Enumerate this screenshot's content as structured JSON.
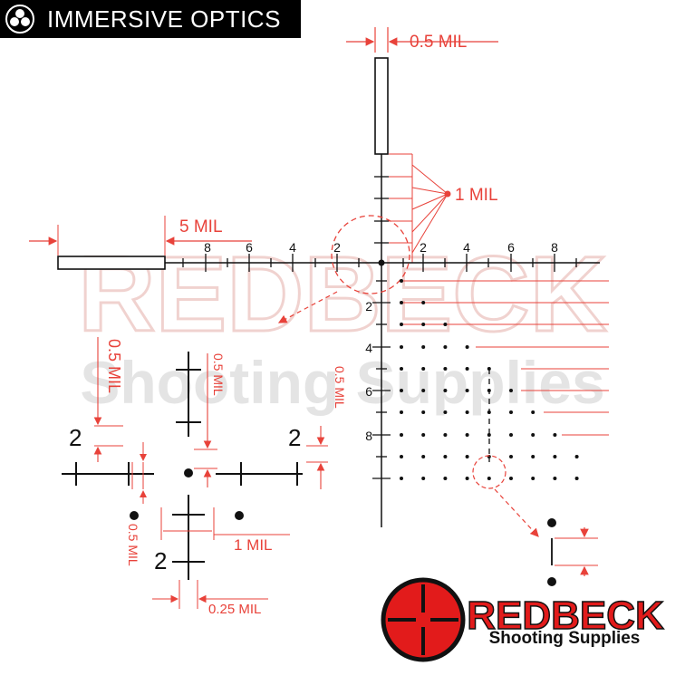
{
  "header": {
    "brand": "IMMERSIVE OPTICS",
    "brand_icon": "three-circles-logo-icon"
  },
  "watermark": {
    "title": "REDBECK",
    "subtitle": "Shooting Supplies"
  },
  "logo": {
    "title": "REDBECK",
    "subtitle": "Shooting Supplies",
    "icon": "crosshair-scope-icon"
  },
  "reticle": {
    "horizontal_ticks_left": [
      "8",
      "6",
      "4",
      "2"
    ],
    "horizontal_ticks_right": [
      "2",
      "4",
      "6",
      "8"
    ],
    "vertical_ticks": [
      "2",
      "4",
      "6",
      "8"
    ]
  },
  "dimensions": {
    "top_post_width": "0.5 MIL",
    "hash_spacing": "1 MIL",
    "left_post_length": "5 MIL",
    "left_vertical": "0.5 MIL",
    "center_vertical": "0.5 MIL",
    "right_vertical": "0.5 MIL",
    "bottom_left_vertical": "0.5 MIL",
    "bottom_center": "1 MIL",
    "bottom_width": "0.25 MIL"
  },
  "detail_labels": {
    "left": "2",
    "right": "2",
    "bottom": "2"
  },
  "colors": {
    "accent_red": "#e8423a",
    "ink": "#111111",
    "logo_red": "#e21b1b"
  }
}
